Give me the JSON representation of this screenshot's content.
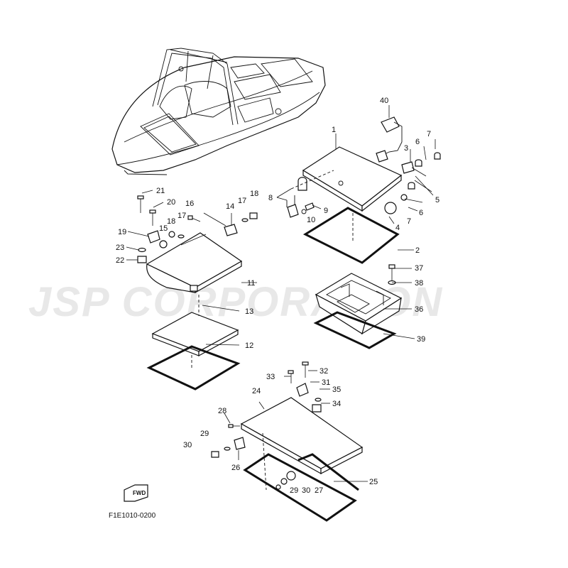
{
  "watermark": "JSP CORPORATION",
  "diagram_code": "F1E1010-0200",
  "fwd_label": "FWD",
  "callouts": {
    "c1": "1",
    "c2": "2",
    "c3": "3",
    "c4": "4",
    "c5": "5",
    "c6a": "6",
    "c6b": "6",
    "c7a": "7",
    "c7b": "7",
    "c8": "8",
    "c9": "9",
    "c10": "10",
    "c11": "11",
    "c12": "12",
    "c13": "13",
    "c14": "14",
    "c15": "15",
    "c16": "16",
    "c17a": "17",
    "c17b": "17",
    "c18a": "18",
    "c18b": "18",
    "c19": "19",
    "c20": "20",
    "c21": "21",
    "c22": "22",
    "c23": "23",
    "c24": "24",
    "c25": "25",
    "c26": "26",
    "c27": "27",
    "c28": "28",
    "c29a": "29",
    "c29b": "29",
    "c30a": "30",
    "c30b": "30",
    "c31": "31",
    "c32": "32",
    "c33": "33",
    "c34": "34",
    "c35": "35",
    "c36": "36",
    "c37": "37",
    "c38": "38",
    "c39": "39",
    "c40": "40"
  }
}
